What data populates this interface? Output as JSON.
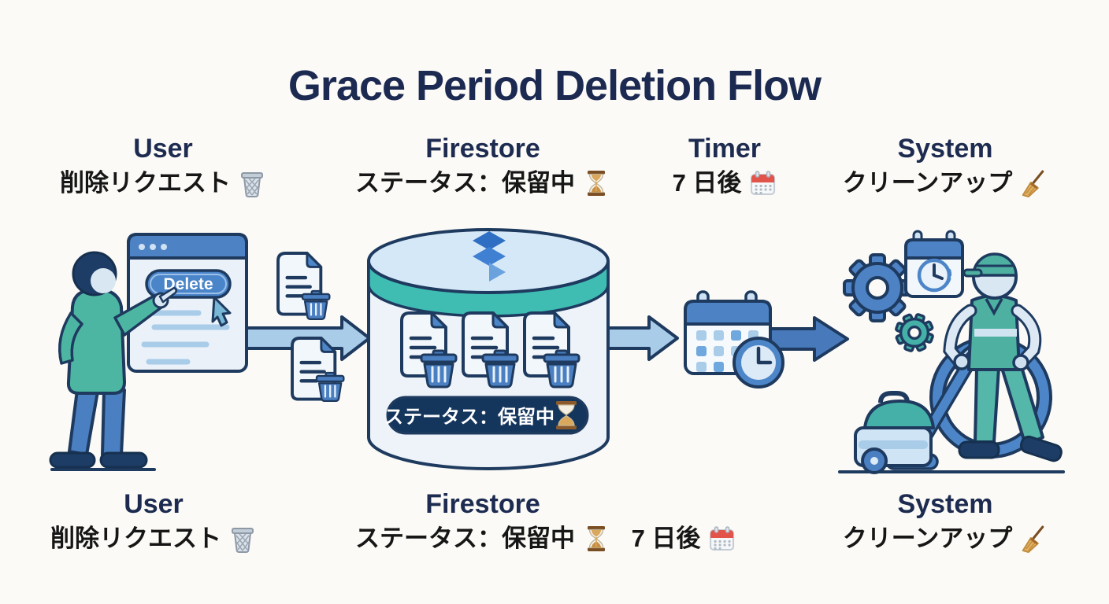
{
  "title": "Grace Period Deletion Flow",
  "labels": {
    "top": [
      {
        "heading": "User",
        "subtitle": "削除リクエスト",
        "icon": "wastebasket-icon",
        "emoji": "🗑️"
      },
      {
        "heading": "Firestore",
        "subtitle": "ステータス：保留中",
        "icon": "hourglass-icon",
        "emoji": "⏳"
      },
      {
        "heading": "Timer",
        "subtitle": "7 日後",
        "icon": "calendar-icon",
        "emoji": "📅"
      },
      {
        "heading": "System",
        "subtitle": "クリーンアップ",
        "icon": "broom-icon",
        "emoji": "🧹"
      }
    ],
    "bottom": [
      {
        "heading": "User",
        "subtitle": "削除リクエスト",
        "icon": "wastebasket-icon",
        "emoji": "🗑️"
      },
      {
        "heading": "Firestore",
        "subtitle": "ステータス：保留中",
        "icon": "hourglass-icon",
        "emoji": "⏳"
      },
      {
        "heading": "",
        "subtitle": "7 日後",
        "icon": "calendar-icon",
        "emoji": "📅"
      },
      {
        "heading": "System",
        "subtitle": "クリーンアップ",
        "icon": "broom-icon",
        "emoji": "🧹"
      }
    ]
  },
  "illustration": {
    "browser": {
      "button_label": "Delete"
    },
    "firestore_db": {
      "status_label": "ステータス：保留中",
      "status_icon": "hourglass-icon"
    }
  },
  "colors": {
    "background": "#fbfaf6",
    "title_navy": "#1c2a52",
    "outline_navy": "#1e3a5f",
    "blue_medium": "#4d82c4",
    "blue_button": "#4a84c9",
    "blue_light": "#a9cce9",
    "fill_light": "#eaf1f9",
    "teal_band": "#3fbdb3",
    "teal_shirt": "#4db6a2",
    "teal_gear": "#45b0a8",
    "status_pill_navy": "#15365c",
    "trash_blue": "#4a7fc1"
  }
}
